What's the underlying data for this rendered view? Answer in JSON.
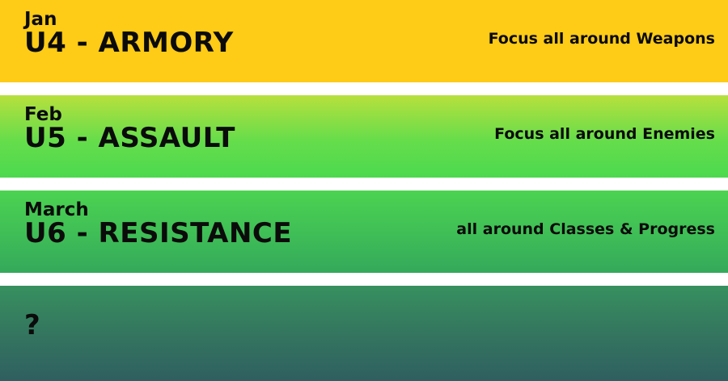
{
  "colors": {
    "banner_1": "#fecb16",
    "banner_2_top": "#b7e03d",
    "banner_2_bottom": "#4cd94f",
    "banner_3_top": "#4cd351",
    "banner_3_bottom": "#34a95b",
    "banner_4_top": "#37905f",
    "banner_4_bottom": "#2f5f60",
    "text": "#0b0b0b"
  },
  "updates": [
    {
      "month": "Jan",
      "title": "U4 - ARMORY",
      "description": "Focus all around Weapons"
    },
    {
      "month": "Feb",
      "title": "U5 - ASSAULT",
      "description": "Focus all around Enemies"
    },
    {
      "month": "March",
      "title": "U6 - RESISTANCE",
      "description": "all around Classes & Progress"
    },
    {
      "title": "?"
    }
  ]
}
